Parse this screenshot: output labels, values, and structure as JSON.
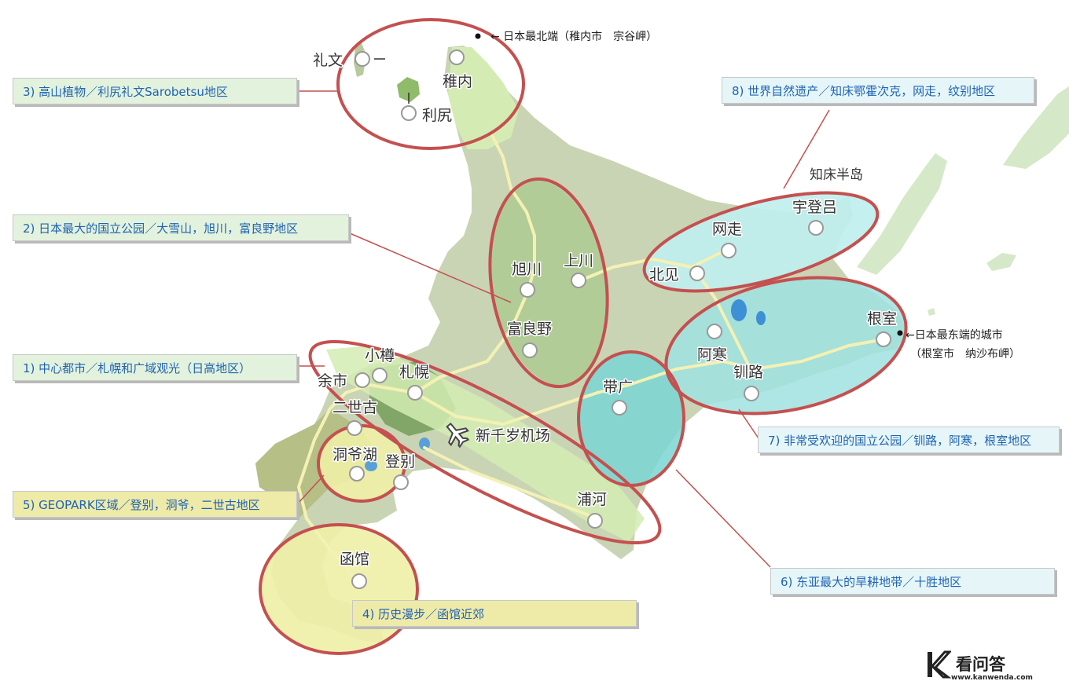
{
  "colors": {
    "land": "#c9d4b4",
    "island": "#d5e8c8",
    "highlight_green": "#d4ecb3",
    "highlight_cyan": "#bfeeee",
    "highlight_yellow": "#eef0a6",
    "ring": "#c4504f",
    "road": "#f4f1b4",
    "label_text": "#1f63b5"
  },
  "cities": {
    "rebun": "礼文",
    "wakkanai": "稚内",
    "rishiri": "利尻",
    "asahikawa": "旭川",
    "kamikawa": "上川",
    "furano": "富良野",
    "otaru": "小樽",
    "yoichi": "余市",
    "sapporo": "札幌",
    "niseko": "二世古",
    "toyako": "洞爷湖",
    "noboribetsu": "登别",
    "hakodate": "函馆",
    "urakawa": "浦河",
    "obihiro": "带广",
    "abashiri": "网走",
    "utoro": "宇登吕",
    "kitami": "北见",
    "akan": "阿寒",
    "kushiro": "钏路",
    "nemuro": "根室",
    "airport": "新千岁机场"
  },
  "annotations": {
    "north_tip": "← 日本最北端（稚内市　宗谷岬）",
    "east_tip_1": "←日本最东端的城市",
    "east_tip_2": "（根室市　纳沙布岬）",
    "peninsula": "知床半岛"
  },
  "regions": {
    "r1": "1) 中心都市／札幌和广域观光（日高地区）",
    "r2": "2) 日本最大的国立公园／大雪山，旭川，富良野地区",
    "r3": "3) 高山植物／利尻礼文Sarobetsu地区",
    "r4": "4) 历史漫步／函馆近郊",
    "r5": "5) GEOPARK区域／登别，洞爷，二世古地区",
    "r6": "6) 东亚最大的旱耕地带／十胜地区",
    "r7": "7) 非常受欢迎的国立公园／钏路，阿寒，根室地区",
    "r8": "8) 世界自然遗产／知床鄂霍次克，网走，纹别地区"
  },
  "logo": {
    "name": "看问答",
    "url": "www.kanwenda.com"
  }
}
